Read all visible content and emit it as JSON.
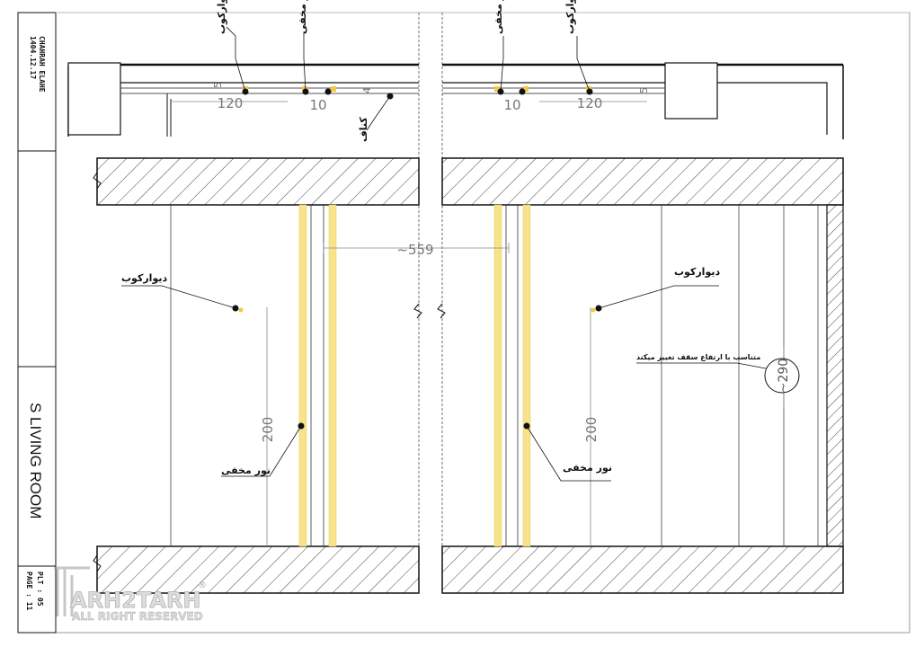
{
  "title_block": {
    "drawing_title": "S LIVING ROOM",
    "author": "CHAHRAH ELAHE",
    "date": "1404.12.17",
    "page_label": "PAGE : 11",
    "plan_code": "PLT : 05"
  },
  "watermark": {
    "brand": "ARH2TARH",
    "registered": "®",
    "rights": "ALL RIGHT RESERVED"
  },
  "labels": {
    "wall_light": "دیوارکوب",
    "hidden_light": "نور مخفی",
    "ceiling": "کناف",
    "ceiling_note": "متناسب با ارتفاع سقف تغییر میکند"
  },
  "dimensions": {
    "width_total": "~559",
    "left_offset": "120",
    "gap": "10",
    "height": "200",
    "ceiling_height": "~290",
    "small_a": "5",
    "small_b": "4"
  },
  "colors": {
    "line": "#111111",
    "hatch": "#444444",
    "light_strip": "#f5e27a",
    "dimension": "#888888"
  }
}
